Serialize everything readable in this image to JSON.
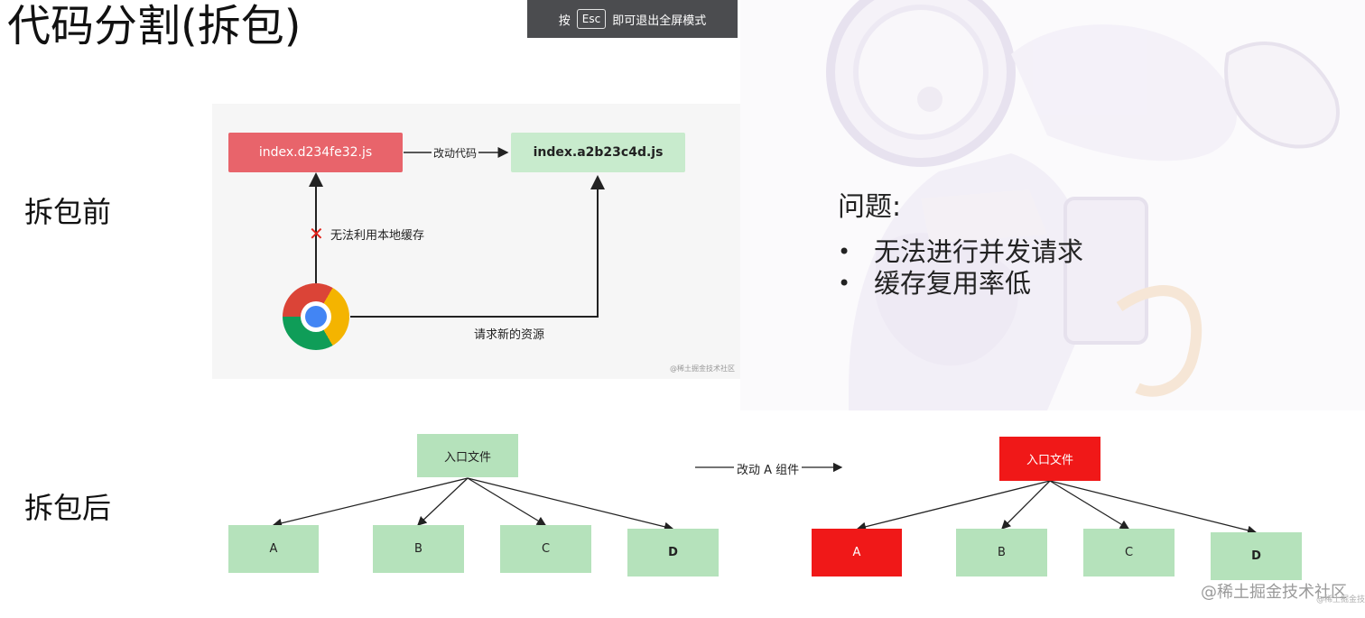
{
  "title": "代码分割(拆包)",
  "esc_banner": {
    "prefix": "按",
    "key": "Esc",
    "suffix": "即可退出全屏模式"
  },
  "before": {
    "label": "拆包前",
    "old_file": "index.d234fe32.js",
    "new_file": "index.a2b23c4d.js",
    "change_label": "改动代码",
    "cache_fail_label": "无法利用本地缓存",
    "request_label": "请求新的资源",
    "watermark": "@稀土掘金技术社区"
  },
  "problems": {
    "title": "问题:",
    "bullet": "•",
    "items": [
      "无法进行并发请求",
      "缓存复用率低"
    ]
  },
  "after": {
    "label": "拆包后",
    "entry": "入口文件",
    "change_label": "改动 A 组件",
    "modules": [
      "A",
      "B",
      "C",
      "D"
    ]
  },
  "watermark": "@稀土掘金技术社区",
  "watermark_mini": "@稀土掘金技"
}
